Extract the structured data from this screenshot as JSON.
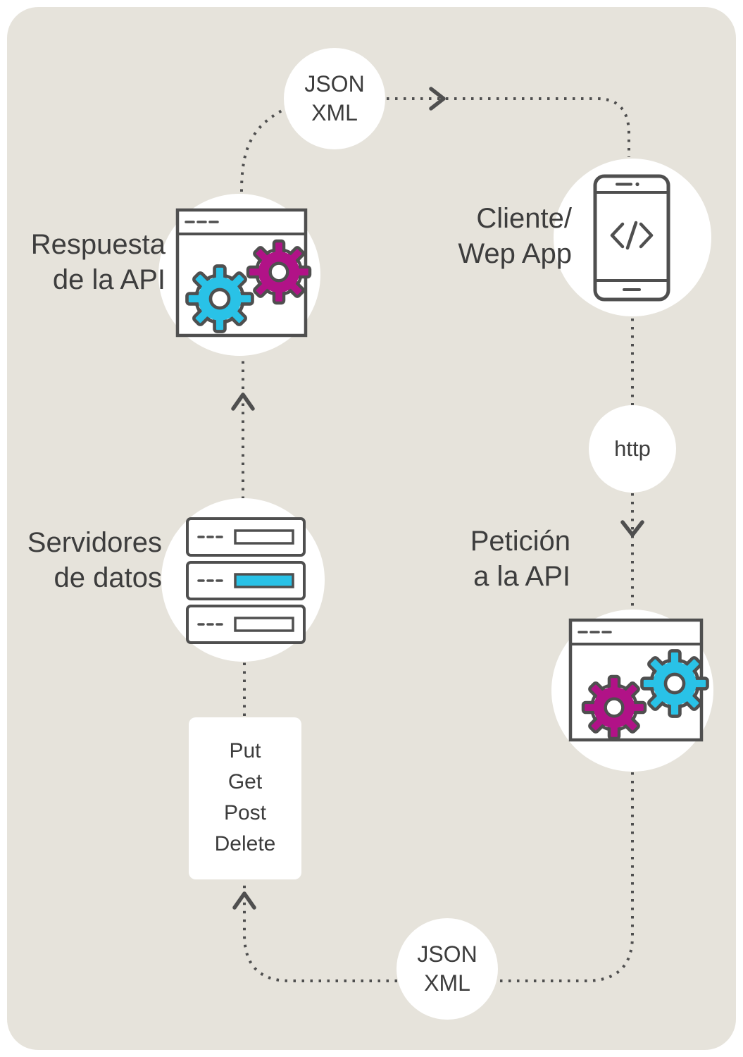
{
  "theme": {
    "background": "#e6e3db",
    "surface": "#ffffff",
    "line": "#4f4f4f",
    "text": "#3d3d3d",
    "cyan": "#29c2e7",
    "magenta": "#b11287"
  },
  "nodes": {
    "respuesta": {
      "line1": "Respuesta",
      "line2": "de la API",
      "icon": "browser-gears-icon"
    },
    "cliente": {
      "line1": "Cliente/",
      "line2": "Wep App",
      "icon": "smartphone-code-icon"
    },
    "servidores": {
      "line1": "Servidores",
      "line2": "de datos",
      "icon": "server-stack-icon"
    },
    "peticion": {
      "line1": "Petición",
      "line2": "a la API",
      "icon": "browser-gears-icon"
    }
  },
  "badges": {
    "json_top": {
      "line1": "JSON",
      "line2": "XML"
    },
    "http": {
      "label": "http"
    },
    "json_bottom": {
      "line1": "JSON",
      "line2": "XML"
    }
  },
  "methods": {
    "items": [
      "Put",
      "Get",
      "Post",
      "Delete"
    ]
  },
  "flow": [
    {
      "from": "respuesta",
      "to": "cliente",
      "via": "json_top"
    },
    {
      "from": "cliente",
      "to": "peticion",
      "via": "http"
    },
    {
      "from": "peticion",
      "to": "methods",
      "via": "json_bottom"
    },
    {
      "from": "methods",
      "to": "servidores",
      "via": ""
    },
    {
      "from": "servidores",
      "to": "respuesta",
      "via": ""
    }
  ]
}
